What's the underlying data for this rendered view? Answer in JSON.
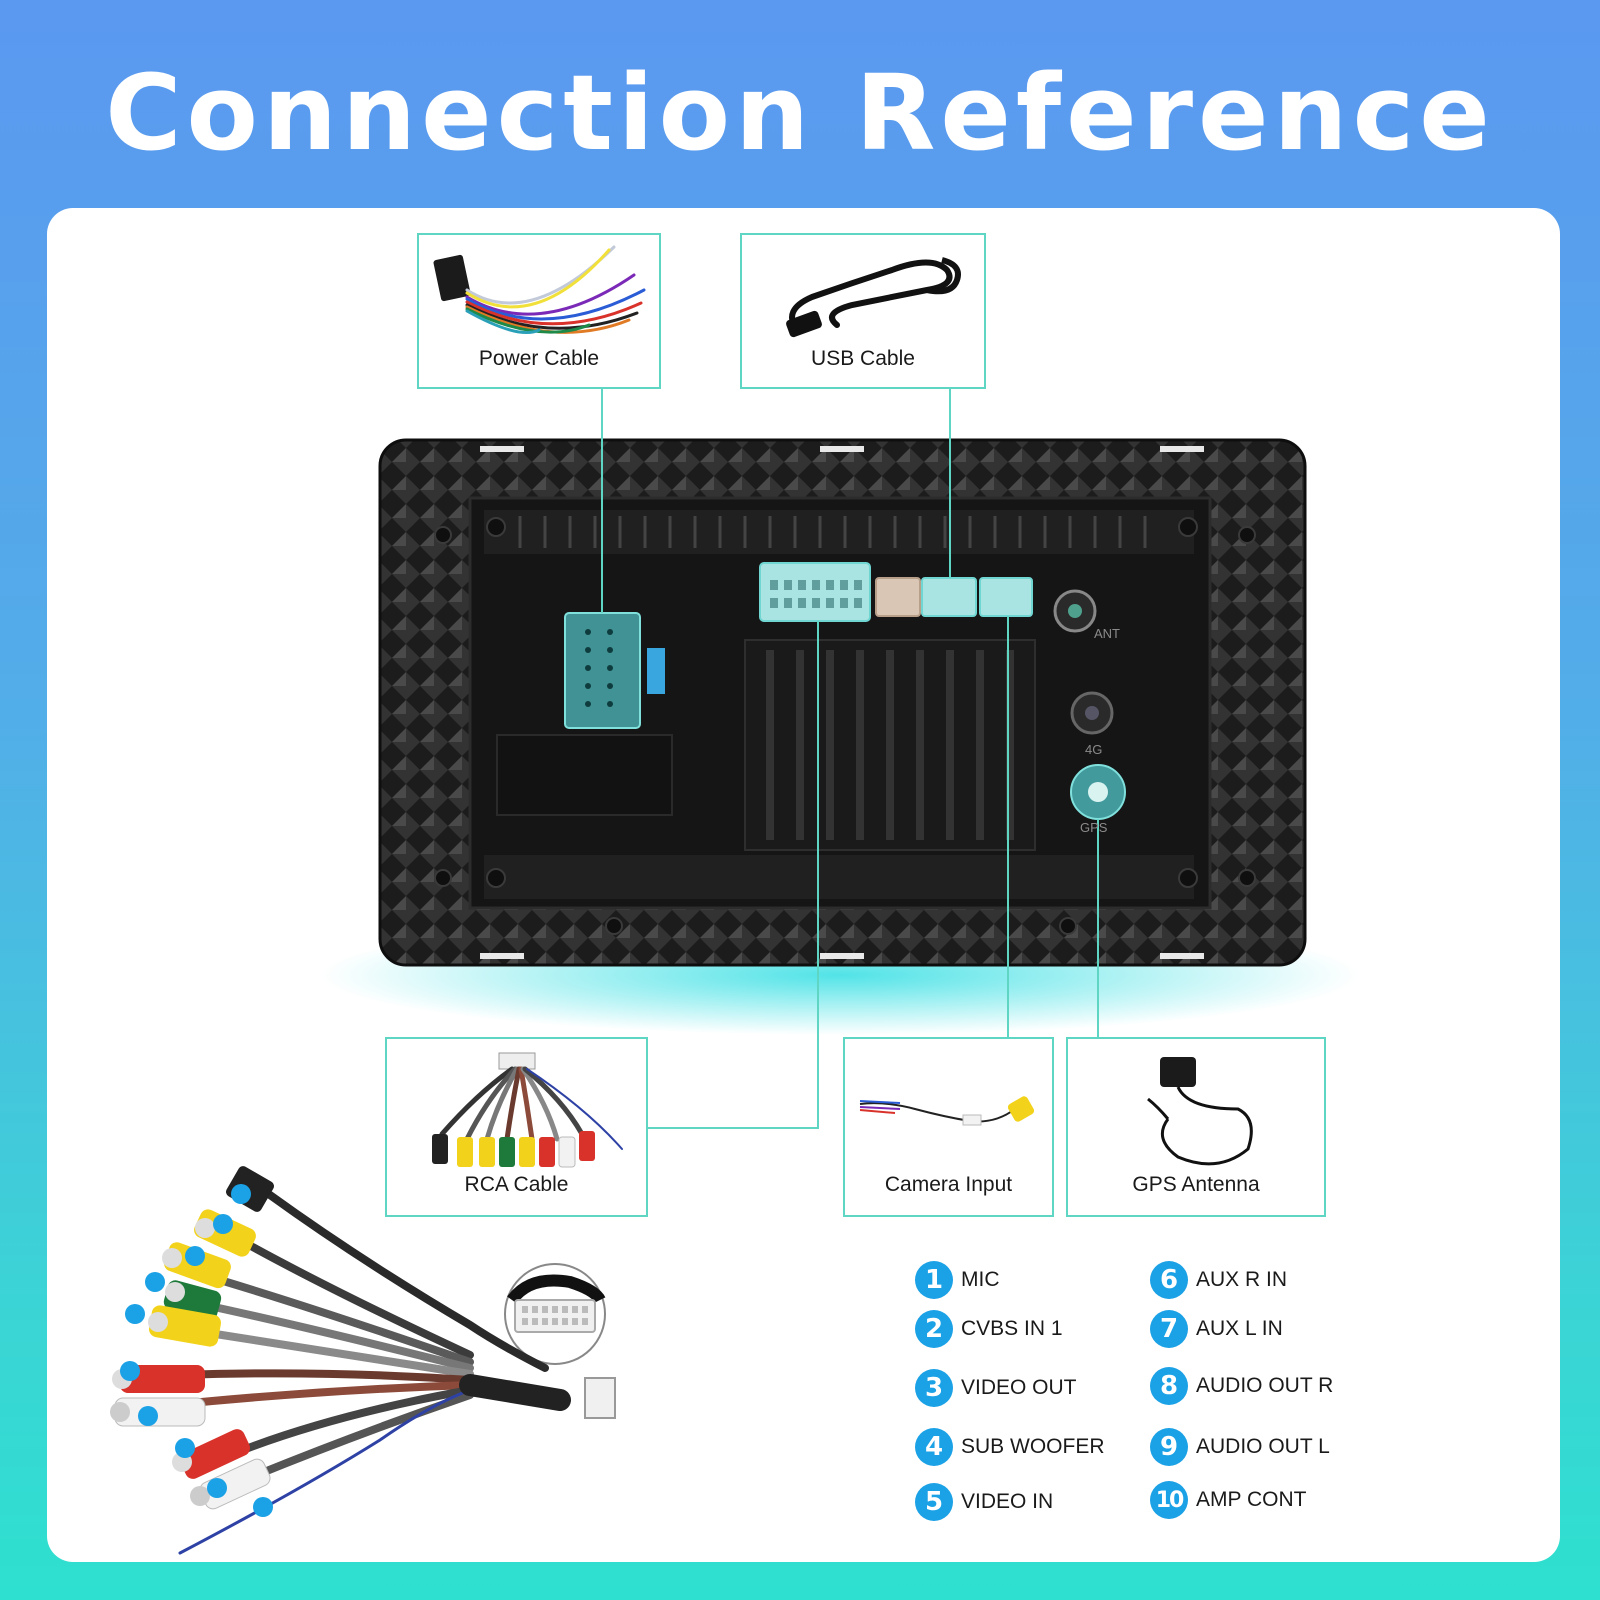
{
  "title": "Connection Reference",
  "cables": {
    "power": "Power Cable",
    "usb": "USB Cable",
    "rca": "RCA Cable",
    "camera": "Camera Input",
    "gps": "GPS Antenna"
  },
  "unit_labels": {
    "ant": "ANT",
    "g4": "4G",
    "gps": "GPS"
  },
  "legend": [
    {
      "n": "1",
      "label": "MIC"
    },
    {
      "n": "2",
      "label": "CVBS IN 1"
    },
    {
      "n": "3",
      "label": "VIDEO OUT"
    },
    {
      "n": "4",
      "label": "SUB WOOFER"
    },
    {
      "n": "5",
      "label": "VIDEO IN"
    },
    {
      "n": "6",
      "label": "AUX R IN"
    },
    {
      "n": "7",
      "label": "AUX L IN"
    },
    {
      "n": "8",
      "label": "AUDIO OUT R"
    },
    {
      "n": "9",
      "label": "AUDIO OUT L"
    },
    {
      "n": "10",
      "label": "AMP CONT"
    }
  ],
  "colors": {
    "accent": "#1ba1e6",
    "frame": "#5fd6c4",
    "connector": "#a9e4e2"
  }
}
